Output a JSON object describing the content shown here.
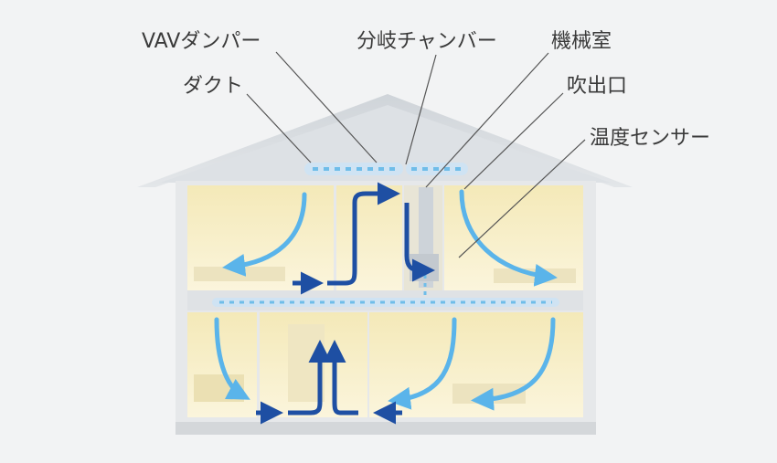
{
  "labels": {
    "vav_damper": "VAVダンパー",
    "branch_chamber": "分岐チャンバー",
    "machine_room": "機械室",
    "duct": "ダクト",
    "outlet": "吹出口",
    "temp_sensor": "温度センサー"
  },
  "colors": {
    "background": "#f2f3f4",
    "house_wall": "#e4e6e8",
    "roof": "#d9dde1",
    "room_fill": "#f6eec0",
    "supply_air_arrow": "#5ab4ea",
    "return_air_arrow": "#1e4fa3",
    "duct": "#cfe3f3",
    "leader_line": "#555555"
  }
}
